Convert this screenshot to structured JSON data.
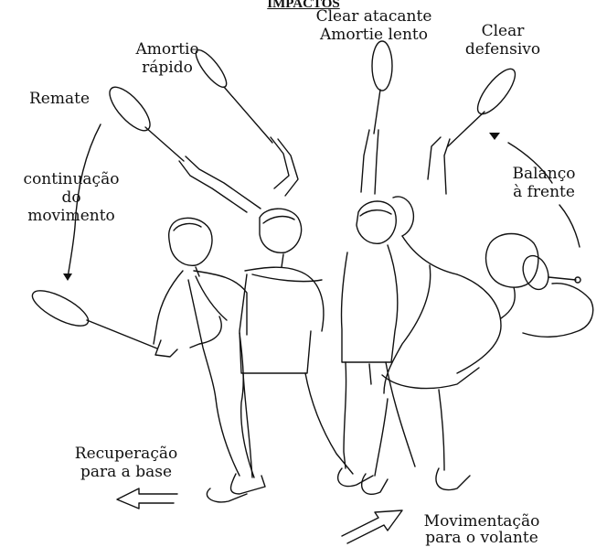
{
  "title": "IMPACTOS",
  "labels": {
    "clear_atacante": "Clear atacante",
    "amortie_lento": "Amortie lento",
    "clear_defensivo_1": "Clear",
    "clear_defensivo_2": "defensivo",
    "amortie_rapido_1": "Amortie",
    "amortie_rapido_2": "rápido",
    "remate": "Remate",
    "continuacao_1": "continuação",
    "continuacao_2": "do",
    "continuacao_3": "movimento",
    "balanco_1": "Balanço",
    "balanco_2": "à frente",
    "recuperacao_1": "Recuperação",
    "recuperacao_2": "para a base",
    "movimentacao_1": "Movimentação",
    "movimentacao_2": "para o volante"
  },
  "colors": {
    "ink": "#111111",
    "background": "#ffffff"
  }
}
